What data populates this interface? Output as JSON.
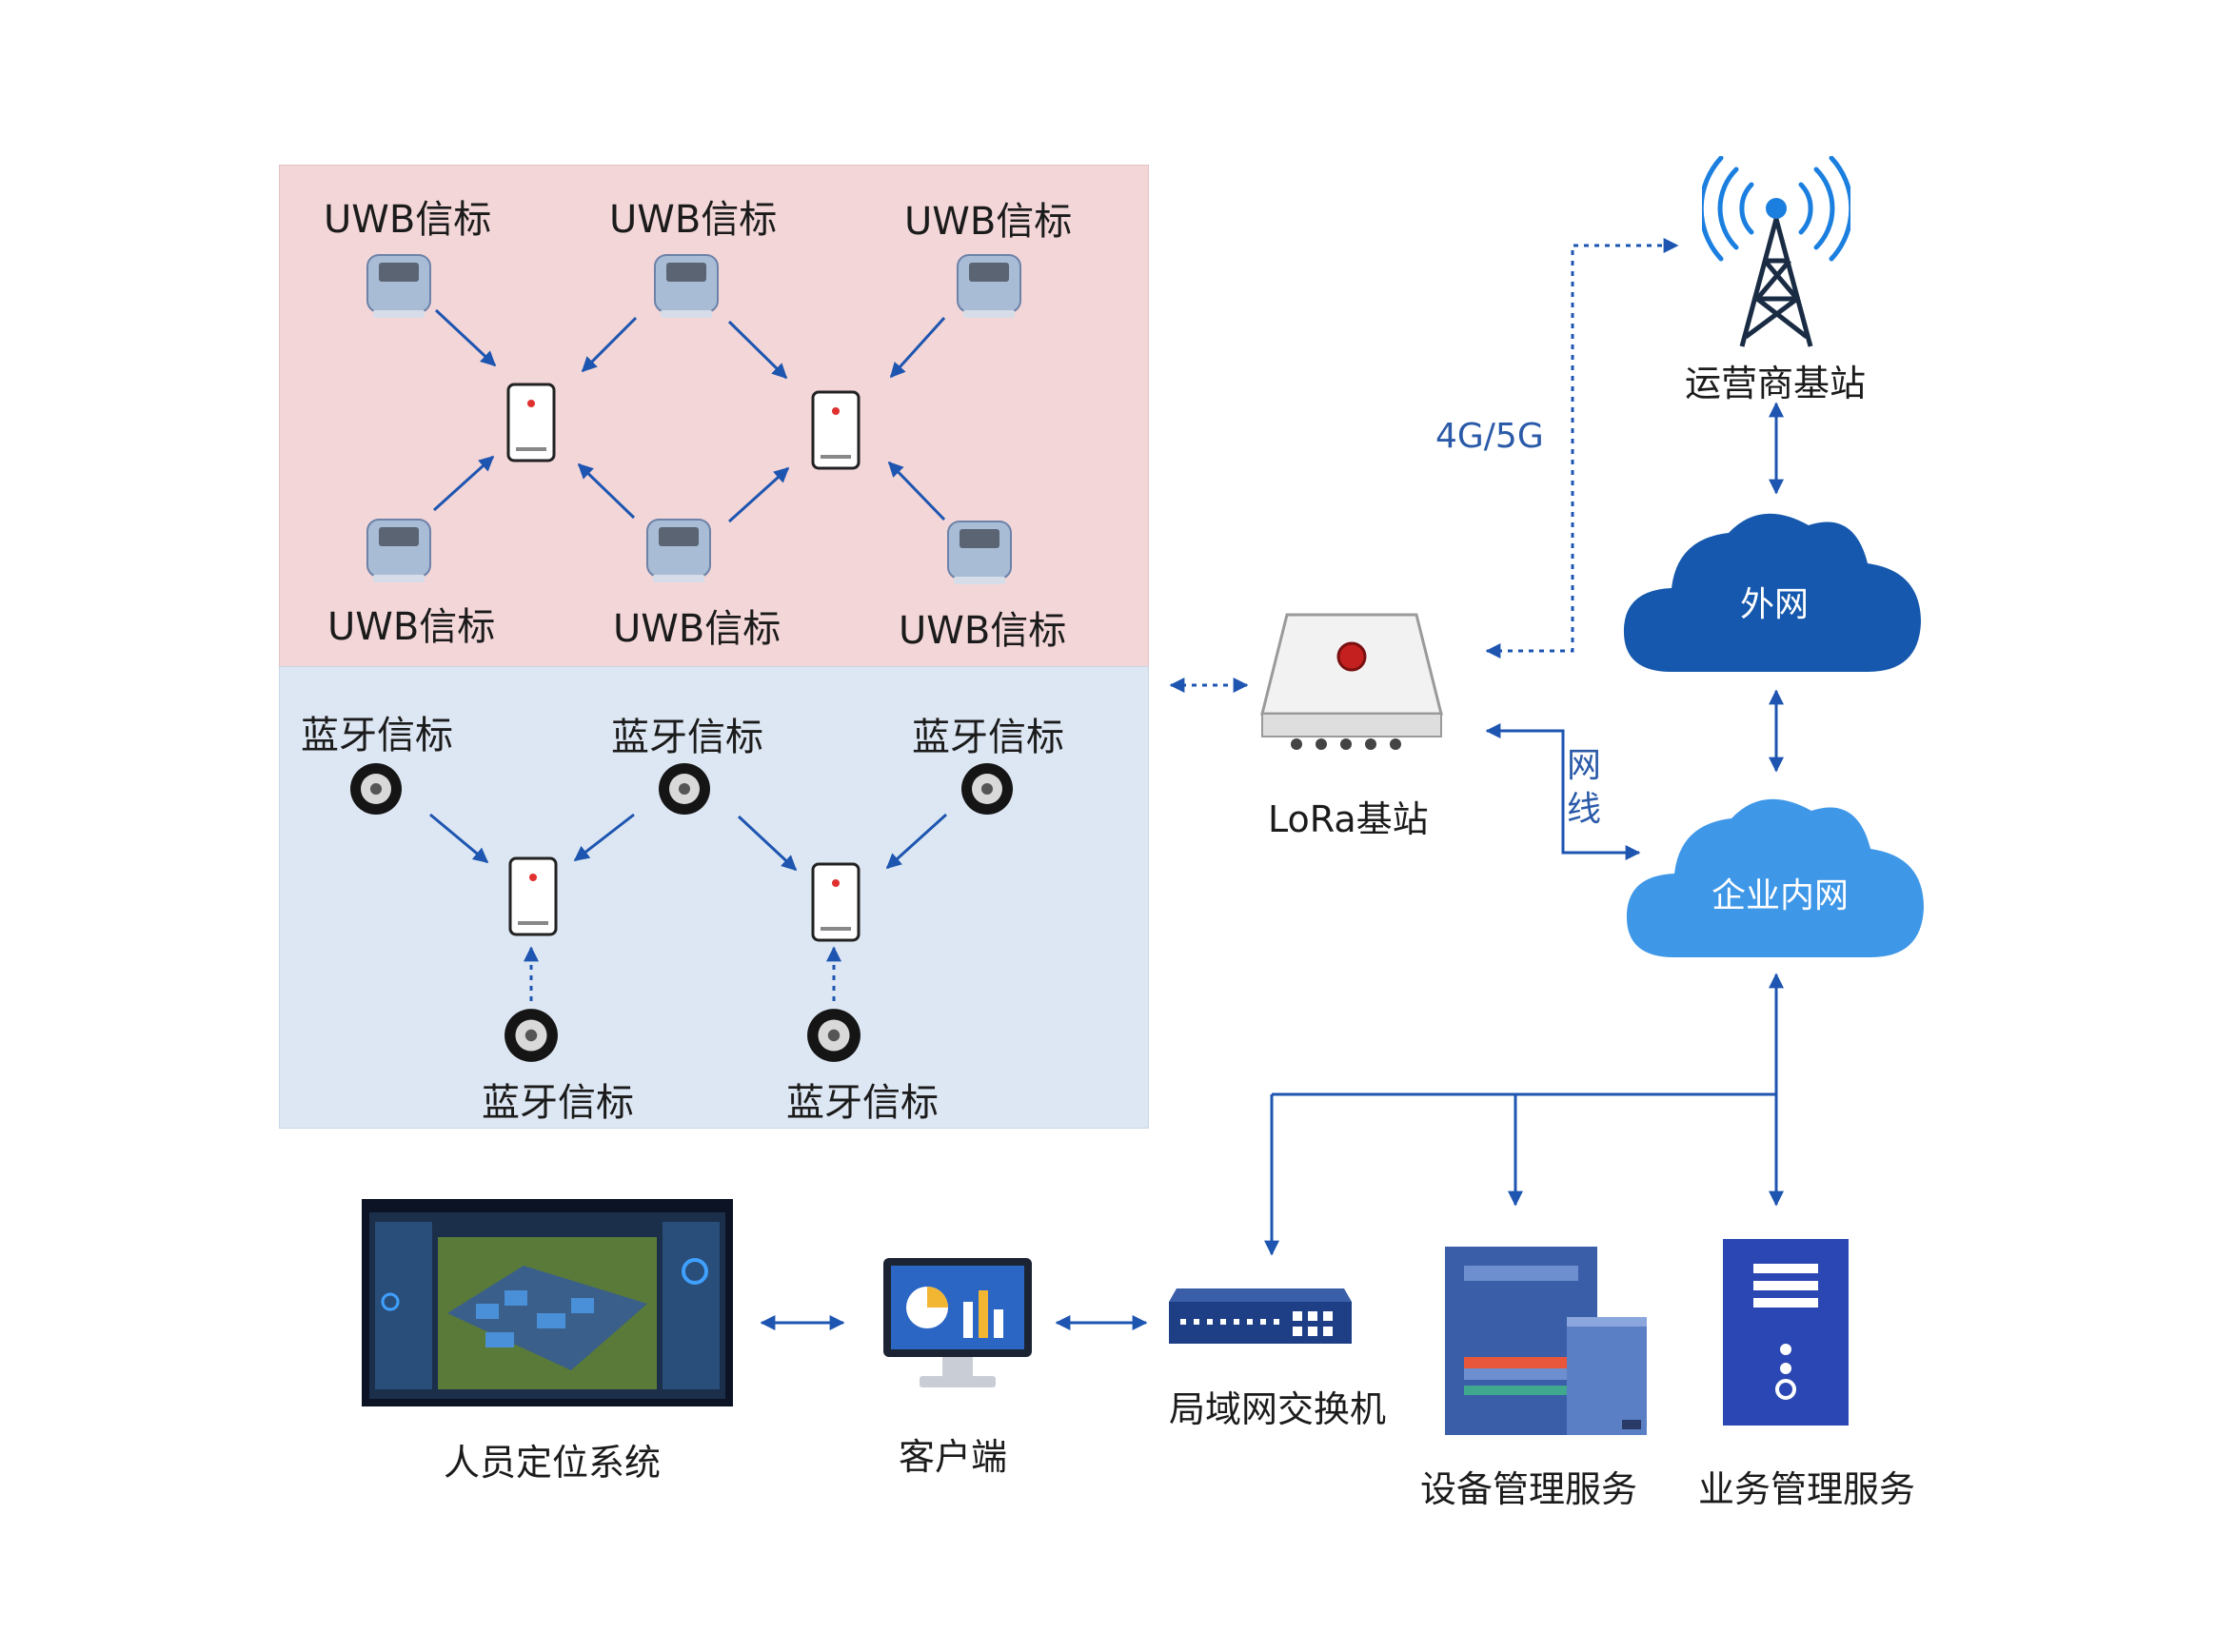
{
  "uwb": {
    "top_left": "UWB信标",
    "top_mid": "UWB信标",
    "top_right": "UWB信标",
    "bottom_left": "UWB信标",
    "bottom_mid": "UWB信标",
    "bottom_right": "UWB信标"
  },
  "bluetooth": {
    "top_left": "蓝牙信标",
    "top_mid": "蓝牙信标",
    "top_right": "蓝牙信标",
    "bottom_left": "蓝牙信标",
    "bottom_right": "蓝牙信标"
  },
  "network": {
    "carrier_station": "运营商基站",
    "link_4g": "4G/5G",
    "external_net": "外网",
    "lora_station": "LoRa基站",
    "wired": "网线",
    "intranet": "企业内网",
    "lan_switch": "局域网交换机",
    "device_service": "设备管理服务",
    "business_service": "业务管理服务",
    "client": "客户端",
    "personnel_system": "人员定位系统"
  },
  "colors": {
    "uwb_zone": "#f3d6d8",
    "bt_zone": "#dde7f3",
    "arrow": "#1d55b0",
    "cloud_dark": "#1558ad",
    "cloud_light": "#3f97e8"
  }
}
